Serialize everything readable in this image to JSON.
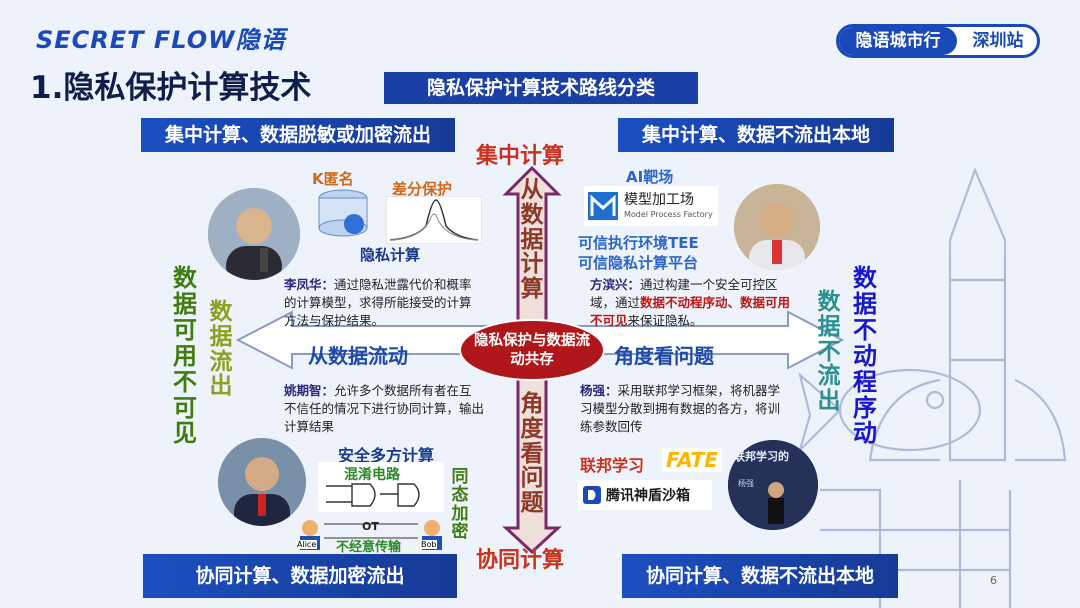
{
  "brand": {
    "text": "SECRET FLOW隐语"
  },
  "header_pill": {
    "left": "隐语城市行",
    "right": "深圳站"
  },
  "title": "1.隐私保护计算技术",
  "subtitle": "隐私保护计算技术路线分类",
  "quadrants": {
    "top_left": "集中计算、数据脱敏或加密流出",
    "top_right": "集中计算、数据不流出本地",
    "bottom_left": "协同计算、数据加密流出",
    "bottom_right": "协同计算、数据不流出本地"
  },
  "axis": {
    "top": "集中计算",
    "bottom": "协同计算",
    "up_arrow_text": "从数据计算",
    "down_arrow_text": "角度看问题",
    "left_arrow_text": "从数据流动",
    "right_arrow_text": "角度看问题",
    "center": "隐私保护与数据流动共存"
  },
  "side_labels": {
    "far_left": "数据可用不可见",
    "left": "数据流出",
    "right": "数据不流出",
    "far_right": "数据不动程序动"
  },
  "top_left": {
    "k_anon": "K匿名",
    "diff_privacy": "差分保护",
    "section": "隐私计算",
    "person": "李凤华：",
    "desc": "通过隐私泄露代价和概率的计算模型，求得所能接受的计算方法与保护结果。"
  },
  "top_right": {
    "ai_range": "AI靶场",
    "model_factory": "模型加工场",
    "model_factory_en": "Model Process Factory",
    "tee": "可信执行环境TEE",
    "platform": "可信隐私计算平台",
    "person": "方滨兴：",
    "desc_1": "通过构建一个安全可控区域，通过",
    "desc_red": "数据不动程序动、数据可用不可见",
    "desc_2": "来保证隐私。"
  },
  "bottom_left": {
    "person": "姚期智：",
    "desc": "允许多个数据所有者在互不信任的情况下进行协同计算，输出计算结果",
    "mpc": "安全多方计算",
    "garbled": "混淆电路",
    "he": "同态加密",
    "ot": "OT",
    "oblivious": "不经意传输",
    "alice": "Alice",
    "bob": "Bob"
  },
  "bottom_right": {
    "person": "杨强：",
    "desc": "采用联邦学习框架，将机器学习模型分散到拥有数据的各方，将训练参数回传",
    "fl": "联邦学习",
    "fate": "FATE",
    "tencent": "腾讯神盾沙箱",
    "screen_text": "联邦学习的",
    "photo_caption": "杨强"
  },
  "page_number": "6",
  "colors": {
    "brand_blue": "#1a49b8",
    "red": "#c9331e",
    "brown": "#8b3a2a",
    "olive": "#6a8a10",
    "purple": "#5a2a7a"
  }
}
